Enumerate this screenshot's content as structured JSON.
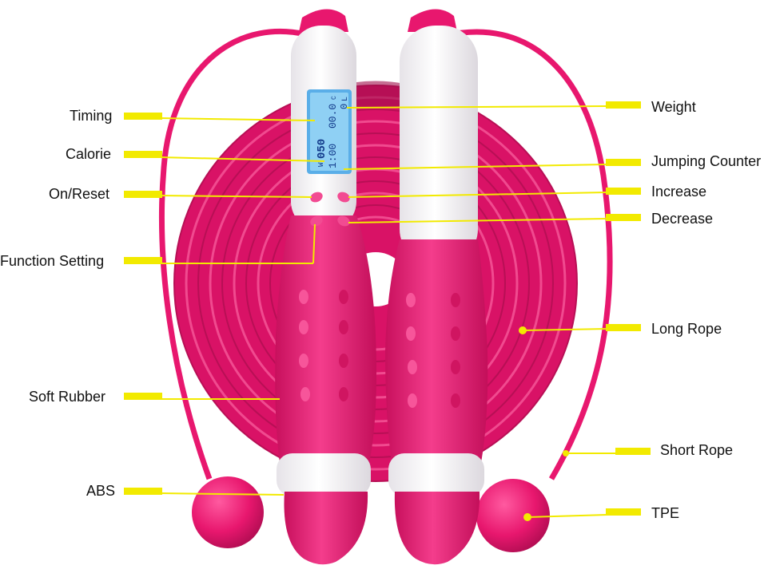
{
  "colors": {
    "rope": "#e8176e",
    "rope_dark": "#b80f55",
    "handle_pink": "#ee1a76",
    "handle_white": "#f7f6f8",
    "leader_line": "#f2ea00",
    "lcd_bg": "#7fc6ee",
    "lcd_text": "#123a8a"
  },
  "display": {
    "weight_prefix": "W",
    "weight_value": "050",
    "time_value": "1:00",
    "calorie_value": "00.0",
    "calorie_unit": "C",
    "counter_value": "0",
    "counter_unit": "L"
  },
  "callouts": {
    "timing": "Timing",
    "calorie": "Calorie",
    "on_reset": "On/Reset",
    "function_setting": "Function Setting",
    "soft_rubber": "Soft Rubber",
    "abs": "ABS",
    "weight": "Weight",
    "jumping_counter": "Jumping Counter",
    "increase": "Increase",
    "decrease": "Decrease",
    "long_rope": "Long Rope",
    "short_rope": "Short Rope",
    "tpe": "TPE"
  }
}
